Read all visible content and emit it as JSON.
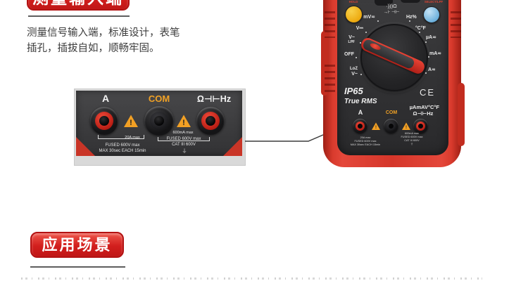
{
  "section_input": {
    "badge": "测量输入端",
    "desc_line1": "测量信号输入端，标准设计，表笔",
    "desc_line2": "插孔，插拔自如，顺畅牢固。"
  },
  "section_application": {
    "badge": "应用场景"
  },
  "jack_photo": {
    "label_a": "A",
    "label_com": "COM",
    "label_ohm": "Ω⊣⊢Hz",
    "note_20a": "20A max",
    "note_fused_left": "FUSED 600V max",
    "note_max30": "MAX 30sec EACH 15min",
    "note_600ma": "600mA max",
    "note_fused_right": "FUSED 600V max",
    "note_cat": "CAT III 600V"
  },
  "meter": {
    "hold_label": "HOLD",
    "select_label": "SELECT/LPF",
    "symbols_row1": "·)))Ω",
    "symbols_row2": "→⊦ ⊣⊢",
    "dial_left": {
      "mv": "mV≂",
      "v_dc": "V⎓",
      "v_ac": "V~",
      "lpf": "LPF",
      "off": "OFF",
      "loz": "LoZ",
      "loz_v": "V~"
    },
    "dial_right": {
      "hz": "Hz%",
      "temp": "°C°F",
      "ua": "µA≂",
      "ma": "mA≂",
      "a": "A≂"
    },
    "ip_rating": "IP65",
    "true_rms": "True RMS",
    "ce_mark": "CE",
    "caption_line1": "µAmAV°C°F",
    "caption_line2": "Ω⊣⊢Hz",
    "jack_a": "A",
    "jack_com": "COM",
    "note_20a": "20A max",
    "note_fused_left": "FUSED 600V max",
    "note_max30": "MAX 30sec EACH 15min",
    "note_600ma": "600mA max",
    "note_fused_right": "FUSED 600V max",
    "note_cat": "CAT III 600V"
  },
  "symbols": {
    "warning": "!",
    "ground": "⏚"
  },
  "colors": {
    "badge_red": "#d21f1d",
    "meter_red": "#d63a2c",
    "panel_dark": "#343436",
    "accent_orange": "#f0a125",
    "button_yellow": "#edaa10",
    "button_blue": "#6cb0dc",
    "jack_red": "#d5291d"
  }
}
